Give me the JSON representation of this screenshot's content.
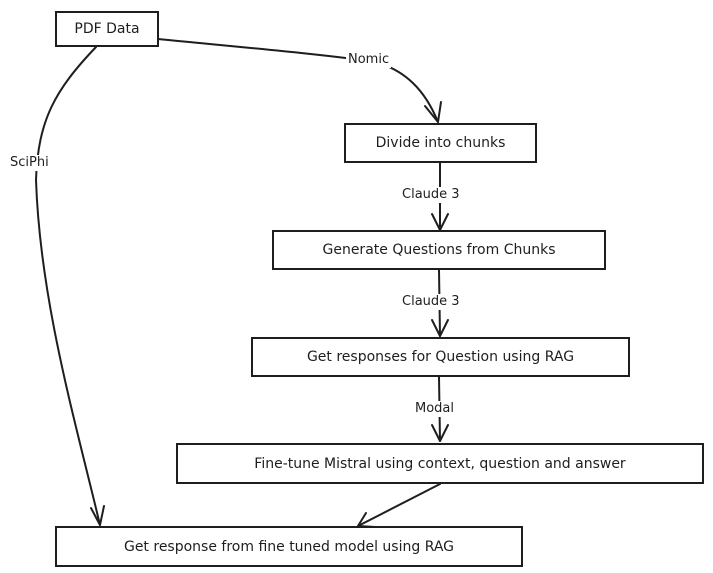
{
  "nodes": {
    "pdf_data": "PDF Data",
    "divide_chunks": "Divide into chunks",
    "generate_questions": "Generate Questions from Chunks",
    "get_responses": "Get responses for Question using RAG",
    "fine_tune": "Fine-tune Mistral using context, question and answer",
    "final_response": "Get response from fine tuned model using RAG"
  },
  "edges": {
    "nomic": "Nomic",
    "sciphi": "SciPhi",
    "claude_3_a": "Claude 3",
    "claude_3_b": "Claude 3",
    "modal": "Modal"
  }
}
